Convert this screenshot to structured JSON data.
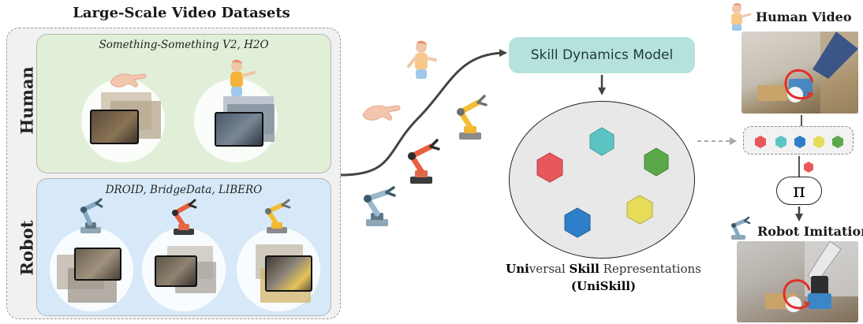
{
  "title": "Large-Scale Video Datasets",
  "human_panel": {
    "side_label": "Human",
    "datasets": "Something-Something V2, H2O"
  },
  "robot_panel": {
    "side_label": "Robot",
    "datasets": "DROID, BridgeData, LIBERO"
  },
  "model_box": "Skill Dynamics Model",
  "caption": {
    "line1_bold_a": "Uni",
    "line1_rest_a": "versal ",
    "line1_bold_b": "Skill",
    "line1_rest_b": " Representations",
    "line2": "(UniSkill)"
  },
  "right": {
    "human_video": "Human Video",
    "policy_symbol": "π",
    "robot_imitation": "Robot Imitation"
  },
  "colors": {
    "hex_red": "#e8585a",
    "hex_teal": "#5cc5c4",
    "hex_green": "#5aa84a",
    "hex_yellow": "#e6dc5a",
    "hex_blue": "#2f7ec9",
    "model_box": "#b6e2dd",
    "human_panel": "#e1efd9",
    "robot_panel": "#d7e9f8"
  },
  "icons": [
    "hand-icon",
    "person-icon",
    "robot-arm-icon"
  ]
}
